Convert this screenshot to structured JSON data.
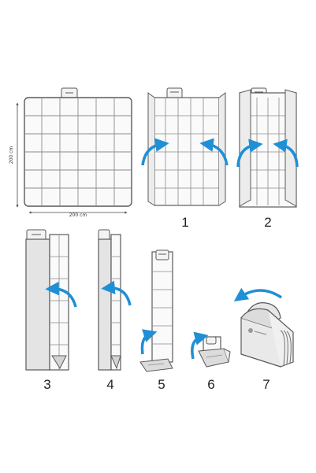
{
  "dimensions": {
    "width_label": "200 cm",
    "height_label": "200 cm"
  },
  "steps": [
    "1",
    "2",
    "3",
    "4",
    "5",
    "6",
    "7"
  ],
  "colors": {
    "arrow": "#1f8fd6",
    "outline": "#5a5a5a",
    "panel": "#f1f1f1",
    "folded": "#dcdcdc"
  },
  "icons": [
    "curved-arrow-icon",
    "handle-tab-icon",
    "brand-logo-icon"
  ]
}
